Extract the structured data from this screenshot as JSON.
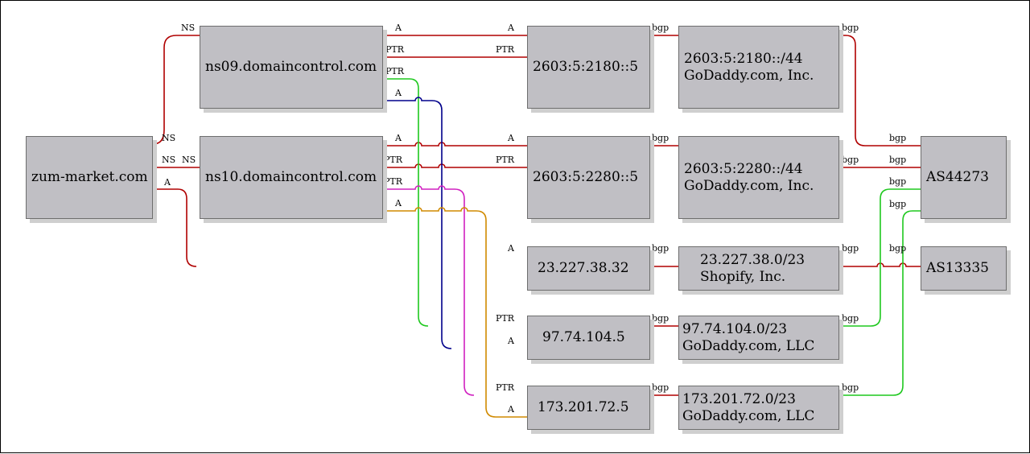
{
  "graph": {
    "nodes": [
      {
        "id": "domain",
        "label": "zum-market.com"
      },
      {
        "id": "ns09",
        "label": "ns09.domaincontrol.com"
      },
      {
        "id": "ns10",
        "label": "ns10.domaincontrol.com"
      },
      {
        "id": "ip6a",
        "label": "2603:5:2180::5"
      },
      {
        "id": "ip6b",
        "label": "2603:5:2280::5"
      },
      {
        "id": "ipshop",
        "label": "23.227.38.32"
      },
      {
        "id": "ip97",
        "label": "97.74.104.5"
      },
      {
        "id": "ip173",
        "label": "173.201.72.5"
      },
      {
        "id": "net6a",
        "line1": "2603:5:2180::/44",
        "line2": "GoDaddy.com, Inc."
      },
      {
        "id": "net6b",
        "line1": "2603:5:2280::/44",
        "line2": "GoDaddy.com, Inc."
      },
      {
        "id": "netshop",
        "line1": "23.227.38.0/23",
        "line2": "Shopify, Inc."
      },
      {
        "id": "net97",
        "line1": "97.74.104.0/23",
        "line2": "GoDaddy.com, LLC"
      },
      {
        "id": "net173",
        "line1": "173.201.72.0/23",
        "line2": "GoDaddy.com, LLC"
      },
      {
        "id": "as44273",
        "label": "AS44273"
      },
      {
        "id": "as13335",
        "label": "AS13335"
      }
    ],
    "edge_labels": {
      "ns": "NS",
      "a": "A",
      "ptr": "PTR",
      "bgp": "bgp"
    },
    "edge_colors": {
      "red": "#b00000",
      "green": "#1ec81e",
      "navy": "#00008b",
      "magenta": "#d020c0",
      "orange": "#d08a00"
    }
  }
}
